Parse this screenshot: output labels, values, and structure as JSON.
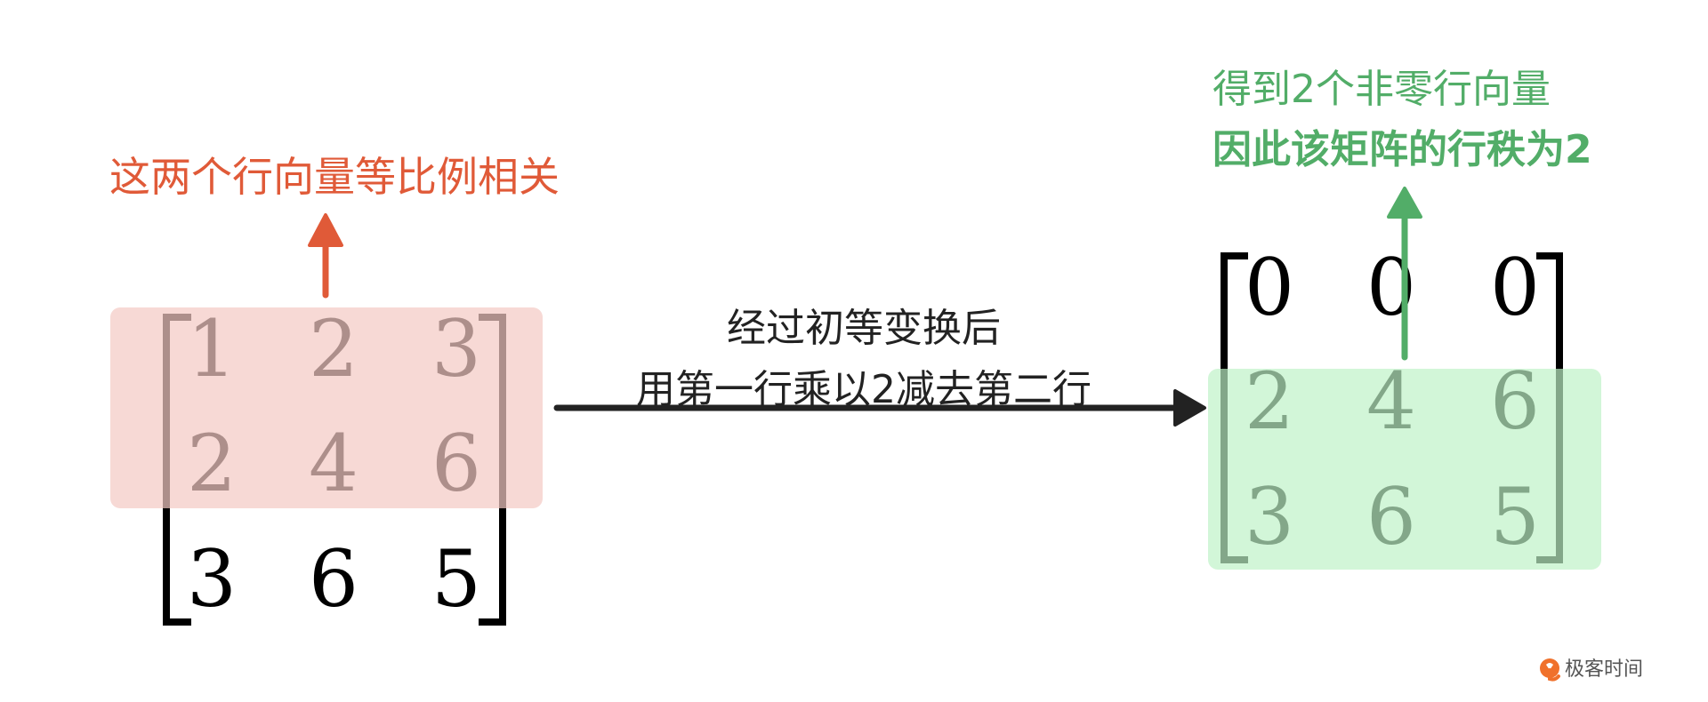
{
  "left": {
    "annotation": "这两个行向量等比例相关",
    "annotation_color": "#e05a38",
    "highlight_color": "#f4c9c4",
    "matrix": [
      [
        "1",
        "2",
        "3"
      ],
      [
        "2",
        "4",
        "6"
      ],
      [
        "3",
        "6",
        "5"
      ]
    ],
    "highlighted_rows": [
      0,
      1
    ]
  },
  "transform": {
    "line1": "经过初等变换后",
    "line2": "用第一行乘以2减去第二行",
    "arrow_color": "#222222"
  },
  "right": {
    "annotation_line1": "得到2个非零行向量",
    "annotation_line2": "因此该矩阵的行秩为2",
    "annotation_color": "#52ad68",
    "highlight_color": "#bef2c7",
    "matrix": [
      [
        "0",
        "0",
        "0"
      ],
      [
        "2",
        "4",
        "6"
      ],
      [
        "3",
        "6",
        "5"
      ]
    ],
    "highlighted_rows": [
      1,
      2
    ]
  },
  "watermark": {
    "icon": "geektime-logo-icon",
    "text": "极客时间",
    "icon_color": "#f0712b"
  }
}
